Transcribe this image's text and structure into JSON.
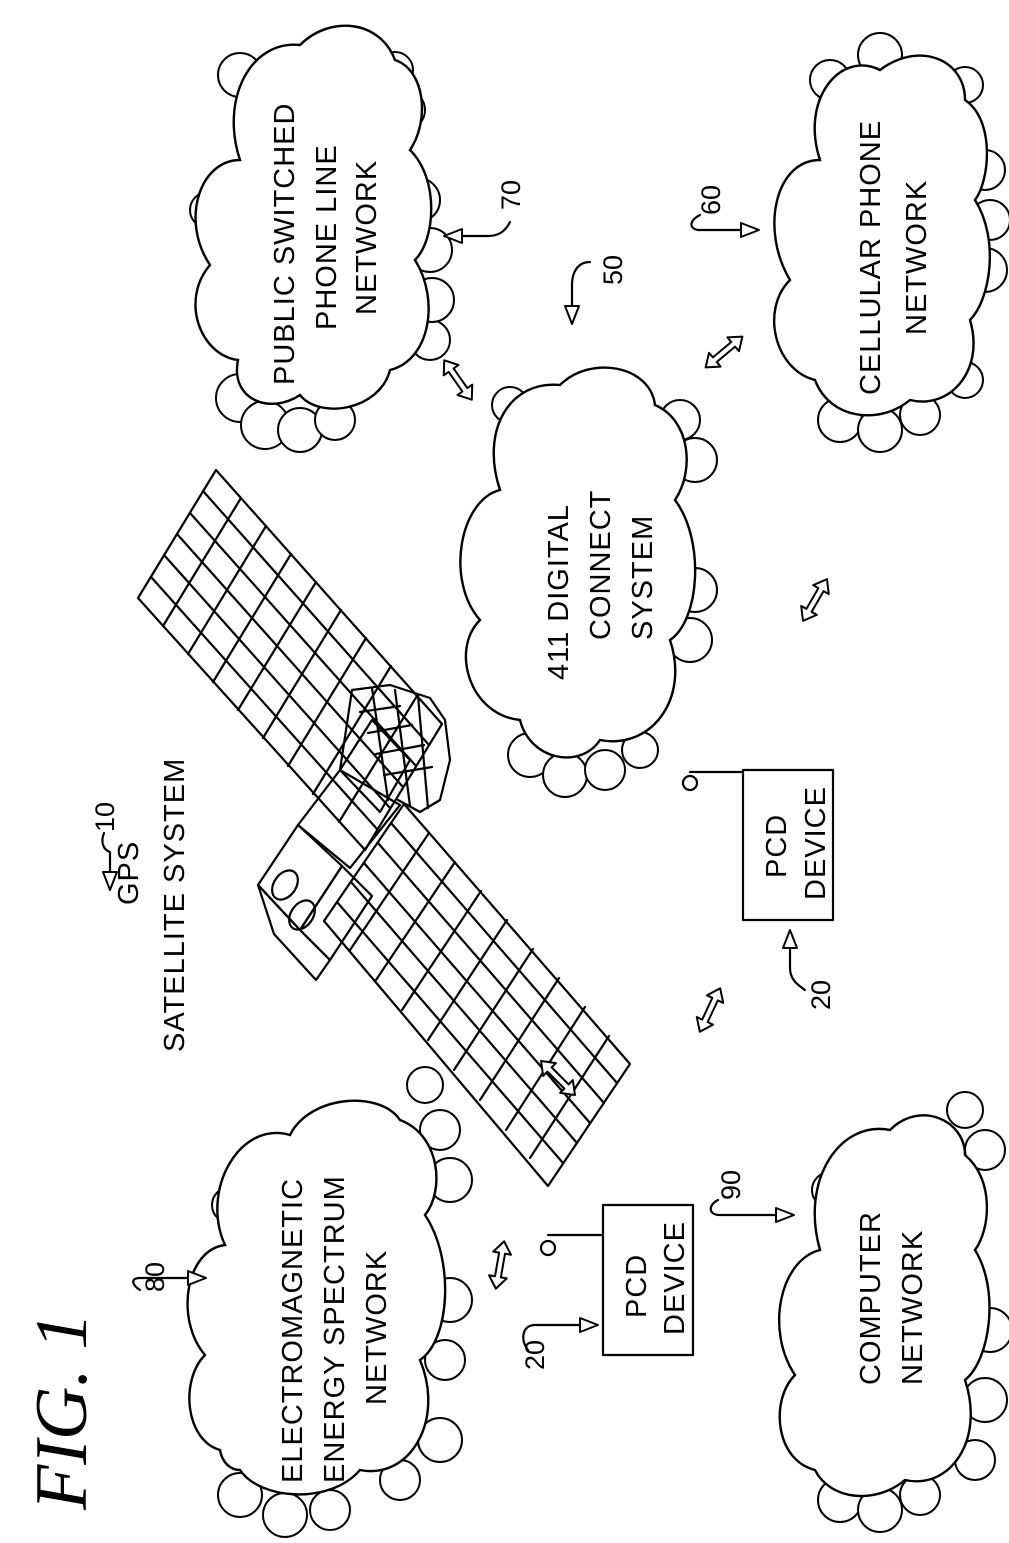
{
  "figure": {
    "title": "FIG. 1"
  },
  "gps": {
    "label_line1": "GPS",
    "label_line2": "SATELLITE SYSTEM",
    "ref": "10"
  },
  "nodes": {
    "pstn": {
      "lines": [
        "PUBLIC SWITCHED",
        "PHONE LINE",
        "NETWORK"
      ],
      "ref": "70"
    },
    "cellular": {
      "lines": [
        "CELLULAR PHONE",
        "NETWORK"
      ],
      "ref": "60"
    },
    "digital_connect": {
      "lines": [
        "411 DIGITAL",
        "CONNECT",
        "SYSTEM"
      ],
      "ref": "50"
    },
    "electromagnetic": {
      "lines": [
        "ELECTROMAGNETIC",
        "ENERGY SPECTRUM",
        "NETWORK"
      ],
      "ref": "80"
    },
    "computer": {
      "lines": [
        "COMPUTER",
        "NETWORK"
      ],
      "ref": "90"
    },
    "pcd_left": {
      "lines": [
        "PCD",
        "DEVICE"
      ],
      "ref": "20"
    },
    "pcd_right": {
      "lines": [
        "PCD",
        "DEVICE"
      ],
      "ref": "20"
    }
  }
}
